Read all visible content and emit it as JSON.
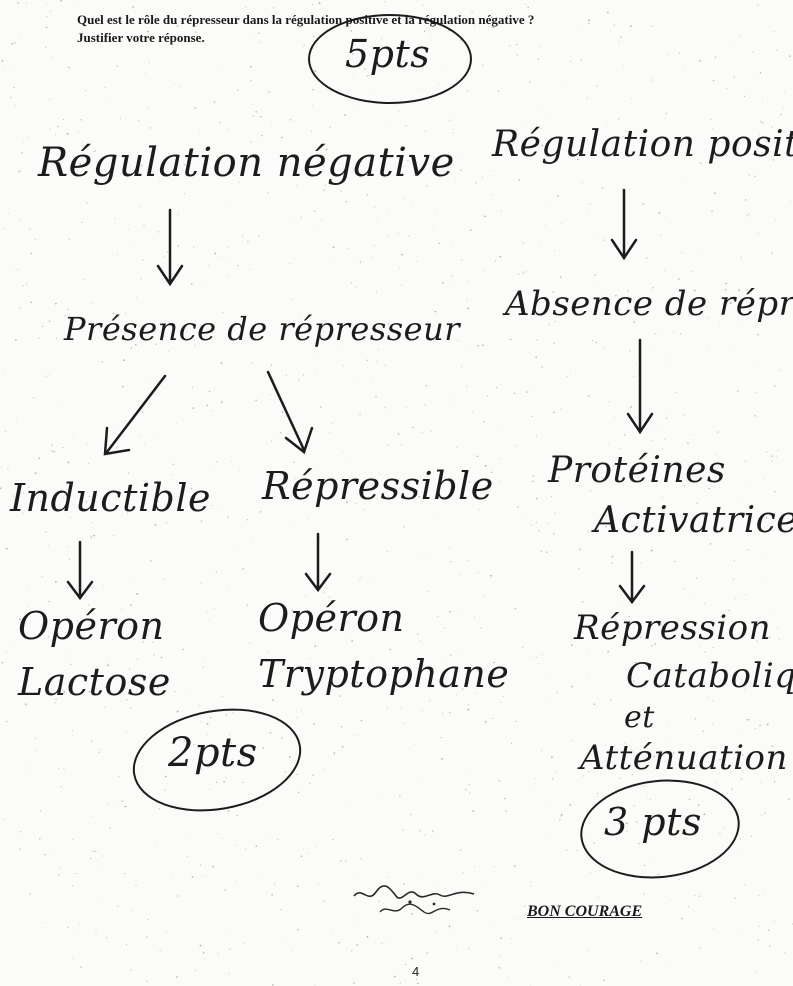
{
  "question": {
    "line1": "Quel est le rôle du répresseur dans la régulation positive et la régulation négative ?",
    "line2": "Justifier votre réponse."
  },
  "score_top": "5pts",
  "left": {
    "title": "Régulation négative",
    "presence": "Présence de répresseur",
    "inducible": "Inductible",
    "repressible": "Répressible",
    "operon_lac": [
      "Opéron",
      "Lactose"
    ],
    "operon_trp": [
      "Opéron",
      "Tryptophane"
    ],
    "score": "2pts"
  },
  "right": {
    "title": "Régulation positive",
    "absence": "Absence de répresseu",
    "proteins": [
      "Protéines",
      "Activatrices"
    ],
    "repression": [
      "Répression",
      "Catabolique",
      "et",
      "Atténuation"
    ],
    "score": "3 pts"
  },
  "footer": {
    "bon_courage": "BON COURAGE",
    "page_number": "4",
    "signature": "signature"
  },
  "colors": {
    "ink": "#1c1c1c",
    "paper": "#fbfbf9"
  }
}
